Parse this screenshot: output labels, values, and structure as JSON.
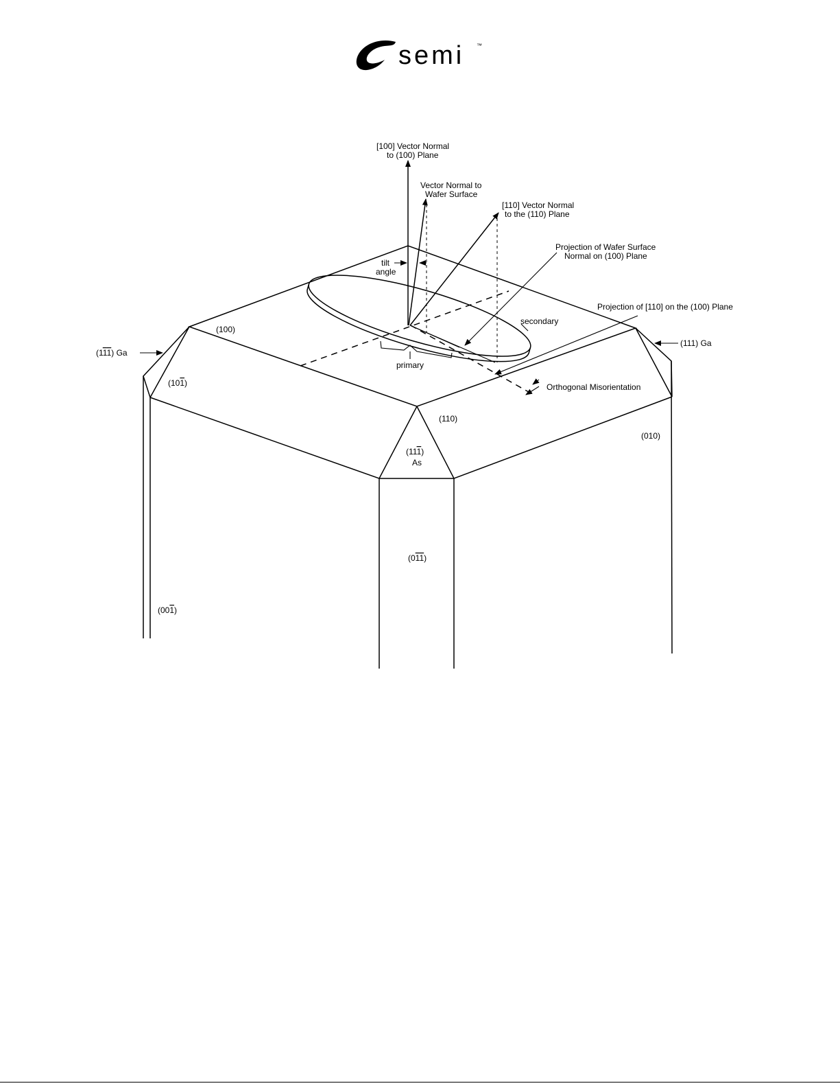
{
  "logo": {
    "word": "semi",
    "tm": "™"
  },
  "labels": {
    "vec100_l1": "[100] Vector Normal",
    "vec100_l2": "to (100) Plane",
    "vecWafer_l1": "Vector Normal to",
    "vecWafer_l2": "Wafer Surface",
    "vec110_l1": "[110] Vector Normal",
    "vec110_l2": "to the (110) Plane",
    "projWafer_l1": "Projection of Wafer Surface",
    "projWafer_l2": "Normal on (100) Plane",
    "proj110": "Projection of [110] on the (100) Plane",
    "tilt_l1": "tilt",
    "tilt_l2": "angle",
    "secondary": "secondary",
    "primary": "primary",
    "orthogonal": "Orthogonal Misorientation",
    "face100": "(100)",
    "face110": "(110)",
    "face010": "(010)",
    "face10_1": "(10",
    "face10_2": ")",
    "face1bar": "1",
    "face11bar_1": "(11",
    "face11bar_2": ")",
    "face11bar_3": "As",
    "face0_1": "(0",
    "face0_2": ")",
    "face00_1": "(00",
    "face00_2": ")",
    "ga_left_1": "(1",
    "ga_left_2": ") Ga",
    "ga_right": "(111) Ga"
  }
}
